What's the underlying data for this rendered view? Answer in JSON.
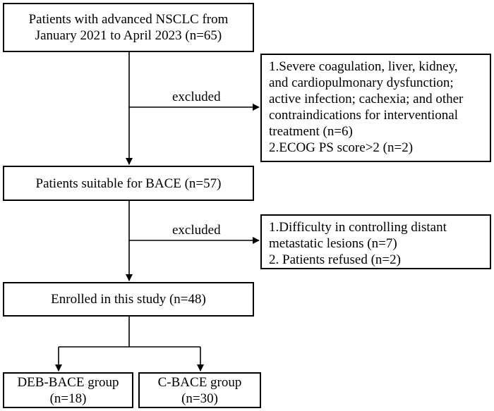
{
  "boxes": {
    "start": {
      "lines": [
        "Patients with advanced NSCLC  from",
        "January 2021 to April 2023 (n=65)"
      ]
    },
    "exclusion1": {
      "lines": [
        "1.Severe coagulation, liver, kidney,",
        "and cardiopulmonary dysfunction;",
        "active infection; cachexia; and other",
        "contraindications for interventional",
        "treatment (n=6)",
        "2.ECOG PS score>2 (n=2)"
      ]
    },
    "suitable": {
      "lines": [
        "Patients suitable for BACE (n=57)"
      ]
    },
    "exclusion2": {
      "lines": [
        "1.Difficulty in controlling distant",
        "metastatic lesions (n=7)",
        "2. Patients refused (n=2)"
      ]
    },
    "enrolled": {
      "lines": [
        "Enrolled in this study (n=48)"
      ]
    },
    "deb_group": {
      "lines": [
        "DEB-BACE group",
        "(n=18)"
      ]
    },
    "c_group": {
      "lines": [
        "C-BACE group",
        "(n=30)"
      ]
    }
  },
  "labels": {
    "excluded_1": "excluded",
    "excluded_2": "excluded"
  }
}
